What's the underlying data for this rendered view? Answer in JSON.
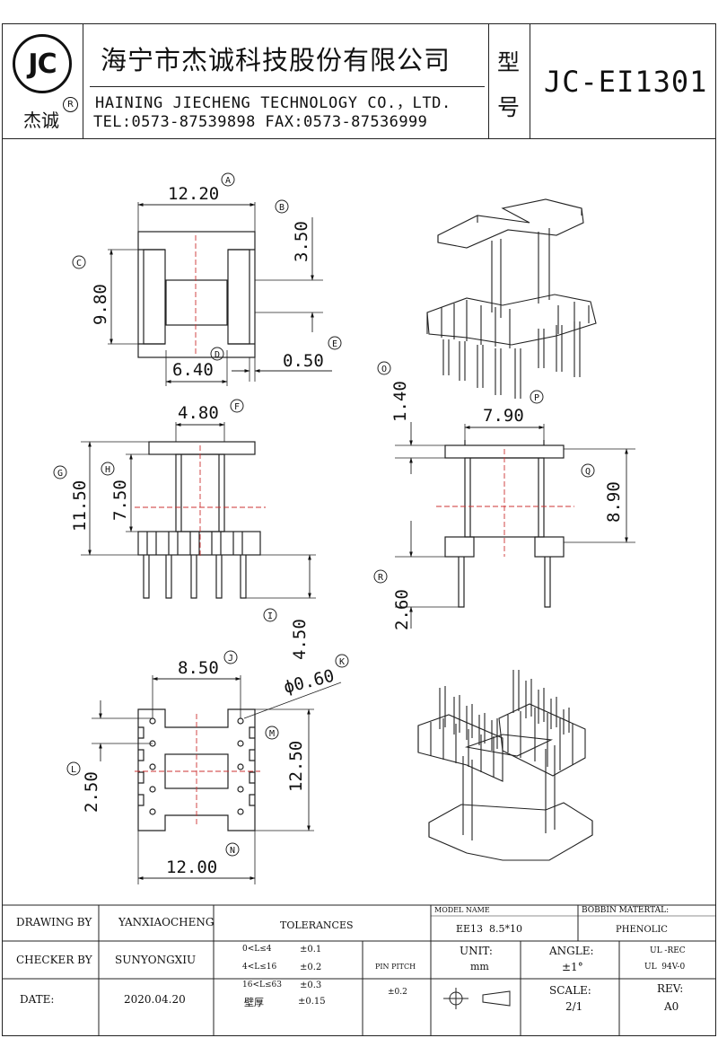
{
  "header": {
    "logo": "JC",
    "logo_text": "杰诚",
    "logo_reg": "R",
    "company_cn": "海宁市杰诚科技股份有限公司",
    "company_en": "HAINING JIECHENG TECHNOLOGY CO.，LTD.",
    "company_tel": "TEL:0573-87539898  FAX:0573-87536999",
    "model_label_1": "型",
    "model_label_2": "号",
    "model_number": "JC-EI1301"
  },
  "dimensions": {
    "A": {
      "letter": "A",
      "value": "12.20"
    },
    "B": {
      "letter": "B",
      "value": "3.50"
    },
    "C": {
      "letter": "C",
      "value": "9.80"
    },
    "D": {
      "letter": "D",
      "value": "6.40"
    },
    "E": {
      "letter": "E",
      "value": "0.50"
    },
    "F": {
      "letter": "F",
      "value": "4.80"
    },
    "G": {
      "letter": "G",
      "value": "11.50"
    },
    "H": {
      "letter": "H",
      "value": "7.50"
    },
    "I": {
      "letter": "I",
      "value": "4.50"
    },
    "J": {
      "letter": "J",
      "value": "8.50"
    },
    "K": {
      "letter": "K",
      "value": "ϕ0.60"
    },
    "L": {
      "letter": "L",
      "value": "2.50"
    },
    "M": {
      "letter": "M",
      "value": "12.50"
    },
    "N": {
      "letter": "N",
      "value": "12.00"
    },
    "O": {
      "letter": "O",
      "value": "1.40"
    },
    "P": {
      "letter": "P",
      "value": "7.90"
    },
    "Q": {
      "letter": "Q",
      "value": "8.90"
    },
    "R": {
      "letter": "R",
      "value": "2.60"
    }
  },
  "title_block": {
    "drawing_by_label": "DRAWING BY",
    "drawing_by": "YANXIAOCHENG",
    "checker_by_label": "CHECKER BY",
    "checker_by": "SUNYONGXIU",
    "date_label": "DATE:",
    "date": "2020.04.20",
    "tolerances_label": "TOLERANCES",
    "tol_1_range": "0<L≤4",
    "tol_1_value": "±0.1",
    "tol_2_range": "4<L≤16",
    "tol_2_value": "±0.2",
    "tol_3_range": "16<L≤63",
    "tol_3_value": "±0.3",
    "tol_wall_label": "壁厚",
    "tol_wall_value": "±0.15",
    "pin_pitch_label": "PIN PITCH",
    "pin_pitch_value": "±0.2",
    "model_name_label": "MODEL NAME",
    "model_name": "EE13  8.5*10",
    "unit_label": "UNIT:",
    "unit": "mm",
    "angle_label": "ANGLE:",
    "angle": "±1°",
    "scale_label": "SCALE:",
    "scale": "2/1",
    "bobbin_material_label": "BOBBIN MATERTAL:",
    "bobbin_material": "PHENOLIC",
    "ul_1": "UL -REC",
    "ul_2": "UL  94V-0",
    "rev_label": "REV:",
    "rev": "A0"
  }
}
